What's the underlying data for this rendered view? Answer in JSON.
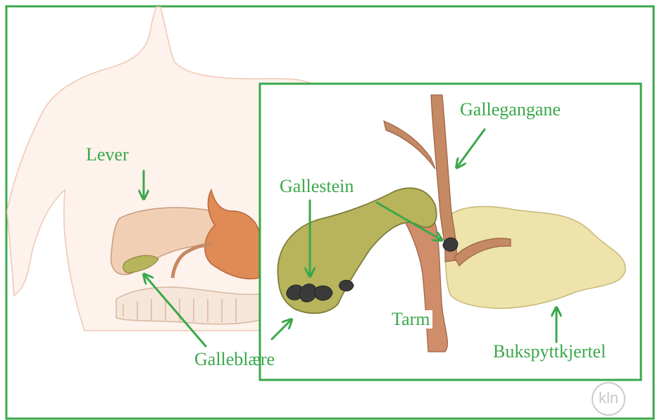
{
  "labels": {
    "lever": "Lever",
    "galleblaere": "Galleblære",
    "gallestein": "Gallestein",
    "gallegangane": "Gallegangane",
    "tarm": "Tarm",
    "bukspyttkjertel": "Bukspyttkjertel"
  },
  "logo": "kln",
  "colors": {
    "frame_green": "#3aa84a",
    "label_green": "#3aa84a",
    "liver": "#f1cfb4",
    "stomach": "#e08a55",
    "gallbladder": "#b7b45c",
    "pancreas": "#ede3ab",
    "duct": "#c58a63",
    "stones": "#3a3a3a"
  }
}
